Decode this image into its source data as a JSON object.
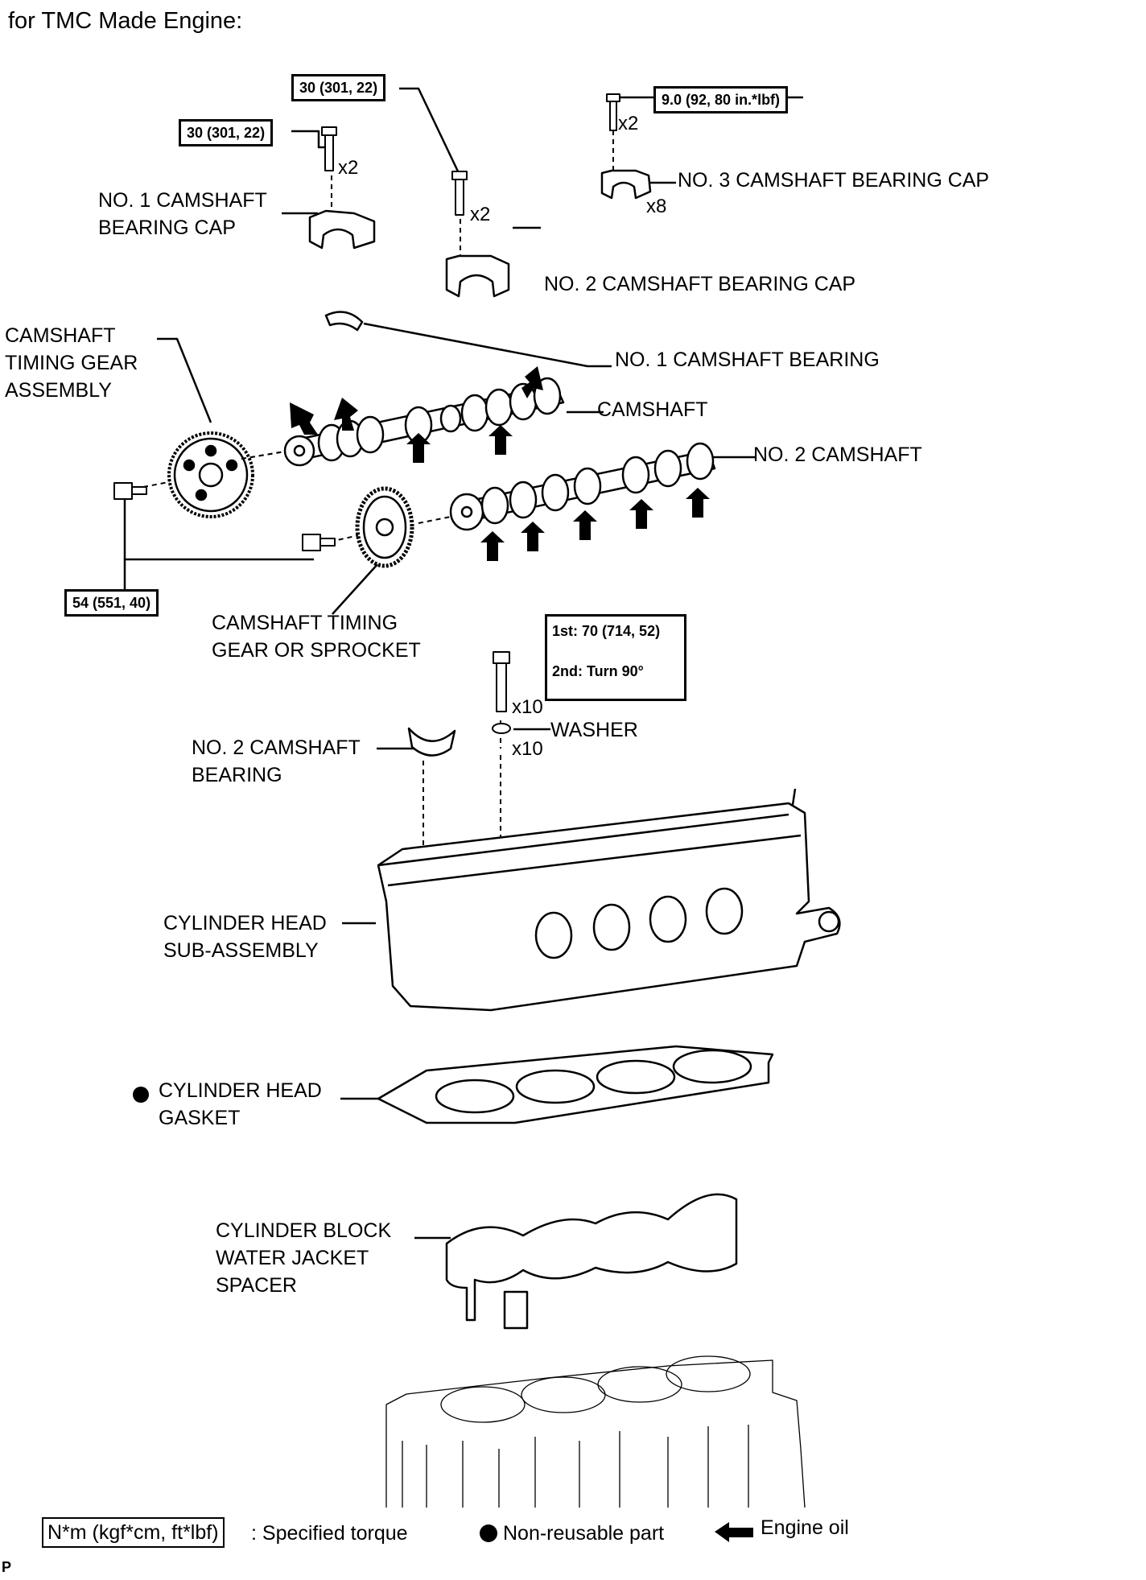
{
  "header": "for TMC Made Engine:",
  "torque": {
    "t_cap1": "30 (301, 22)",
    "t_cap2": "30 (301, 22)",
    "t_cap3": "9.0 (92, 80 in.*lbf)",
    "t_gear": "54 (551, 40)",
    "t_head_1st": "1st: 70 (714, 52)",
    "t_head_2nd": "2nd: Turn 90°"
  },
  "multipliers": {
    "cap1_bolts": "x2",
    "cap2_bolts": "x2",
    "cap3_bolts": "x2",
    "cap3_caps": "x8",
    "head_bolts": "x10",
    "washers": "x10"
  },
  "parts": {
    "cap1_l1": "NO. 1 CAMSHAFT",
    "cap1_l2": "BEARING CAP",
    "cap2": "NO. 2 CAMSHAFT BEARING CAP",
    "cap3": "NO. 3 CAMSHAFT BEARING CAP",
    "bearing1": "NO. 1 CAMSHAFT BEARING",
    "camshaft": "CAMSHAFT",
    "camshaft2": "NO. 2 CAMSHAFT",
    "timing_gear_l1": "CAMSHAFT",
    "timing_gear_l2": "TIMING GEAR",
    "timing_gear_l3": "ASSEMBLY",
    "sprocket_l1": "CAMSHAFT TIMING",
    "sprocket_l2": "GEAR OR SPROCKET",
    "washer": "WASHER",
    "bearing2_l1": "NO. 2 CAMSHAFT",
    "bearing2_l2": "BEARING",
    "head_l1": "CYLINDER HEAD",
    "head_l2": "SUB-ASSEMBLY",
    "gasket_l1": "CYLINDER HEAD",
    "gasket_l2": "GASKET",
    "spacer_l1": "CYLINDER BLOCK",
    "spacer_l2": "WATER JACKET",
    "spacer_l3": "SPACER"
  },
  "legend": {
    "torque_box": "N*m (kgf*cm, ft*lbf)",
    "torque_text": ": Specified torque",
    "nonreusable": "Non-reusable part",
    "oil": "Engine oil"
  },
  "corner": "P"
}
